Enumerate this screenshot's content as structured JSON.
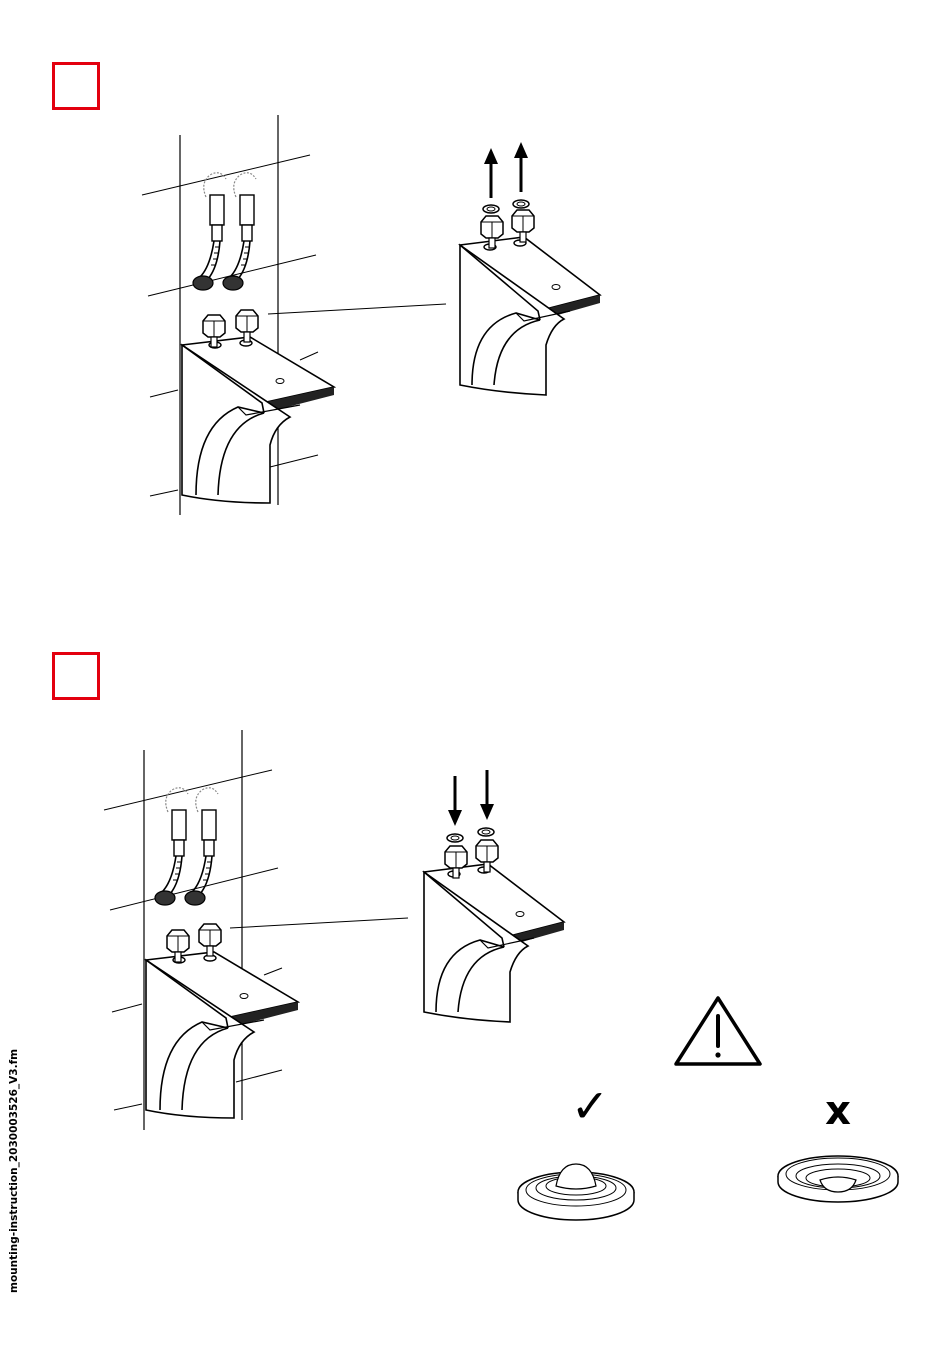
{
  "page": {
    "sidebar_filename": "mounting-instruction_2030003526_V3.fm",
    "step_box_color": "#e3000f"
  },
  "steps": [
    {
      "id": "step-1",
      "action": "remove",
      "arrow_direction": "up"
    },
    {
      "id": "step-2",
      "action": "insert",
      "arrow_direction": "down"
    }
  ],
  "warning": {
    "icon": "warning-triangle-icon",
    "correct_icon": "check-mark-icon",
    "incorrect_icon": "x-mark-icon",
    "correct_mark": "✓",
    "incorrect_mark": "x"
  }
}
